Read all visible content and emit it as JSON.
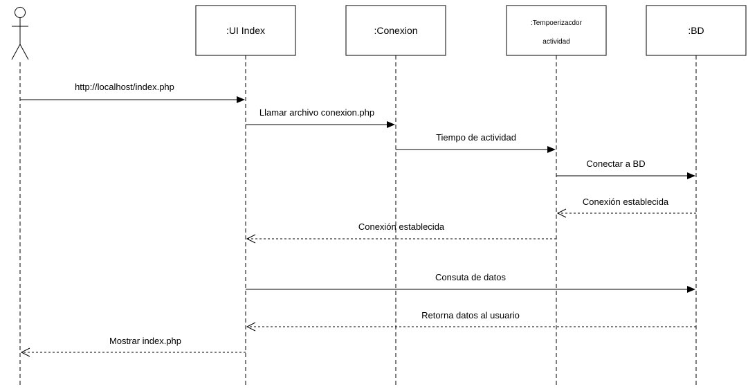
{
  "participants": [
    {
      "id": "user",
      "label": "",
      "kind": "actor"
    },
    {
      "id": "ui",
      "label": ":UI Index"
    },
    {
      "id": "conexion",
      "label": ":Conexion"
    },
    {
      "id": "tempo",
      "label": ":Tempoerizacdor",
      "label_line2": "actividad"
    },
    {
      "id": "bd",
      "label": ":BD"
    }
  ],
  "messages": [
    {
      "label": "http://localhost/index.php",
      "from": "user",
      "to": "ui",
      "style": "solid"
    },
    {
      "label": "Llamar archivo conexion.php",
      "from": "ui",
      "to": "conexion",
      "style": "solid"
    },
    {
      "label": "Tiempo de actividad",
      "from": "conexion",
      "to": "tempo",
      "style": "solid"
    },
    {
      "label": "Conectar a BD",
      "from": "tempo",
      "to": "bd",
      "style": "solid"
    },
    {
      "label": "Conexión establecida",
      "from": "bd",
      "to": "tempo",
      "style": "dashed"
    },
    {
      "label": "Conexión establecida",
      "from": "tempo",
      "to": "ui",
      "style": "dashed"
    },
    {
      "label": "Consuta de datos",
      "from": "ui",
      "to": "bd",
      "style": "solid"
    },
    {
      "label": "Retorna datos al usuario",
      "from": "bd",
      "to": "ui",
      "style": "dashed"
    },
    {
      "label": "Mostrar index.php",
      "from": "ui",
      "to": "user",
      "style": "dashed"
    }
  ]
}
